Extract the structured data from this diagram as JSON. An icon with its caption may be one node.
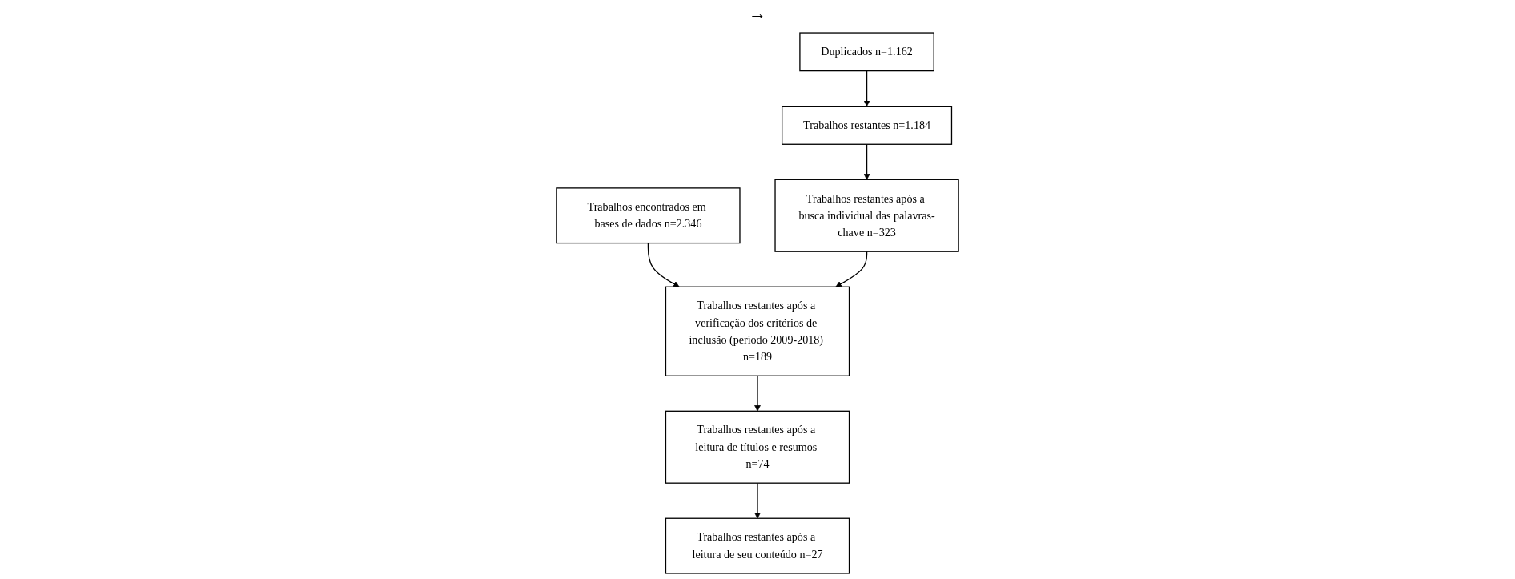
{
  "diagram": {
    "nodes": [
      {
        "text": [
          "Trabalhos encontrados em bases de dados n=2.346"
        ]
      },
      {
        "text": [
          "Duplicados n=1.162"
        ]
      },
      {
        "text": [
          "Trabalhos restantes n=1.184"
        ]
      },
      {
        "text": [
          "Trabalhos restantes após a busca individual das palavras-chave n=323"
        ]
      },
      {
        "text": [
          "Trabalhos restantes após a verificação dos critérios de inclusão (período 2009-2018) n=189"
        ]
      },
      {
        "text": [
          "Trabalhos restantes após a leitura de títulos e resumos n=74"
        ]
      },
      {
        "text": [
          "Trabalhos restantes após a leitura de seu conteúdo n=27"
        ]
      }
    ],
    "edges": [
      {
        "from": 0,
        "to": 4,
        "arrow": "to"
      },
      {
        "from": 1,
        "to": 2,
        "arrow": "to"
      },
      {
        "from": 2,
        "to": 3,
        "arrow": "to"
      },
      {
        "from": 3,
        "to": 4,
        "arrow": "to"
      },
      {
        "from": 4,
        "to": 5,
        "arrow": "to"
      },
      {
        "from": 5,
        "to": 6,
        "arrow": "to"
      }
    ],
    "labels": [
      "→"
    ]
  }
}
